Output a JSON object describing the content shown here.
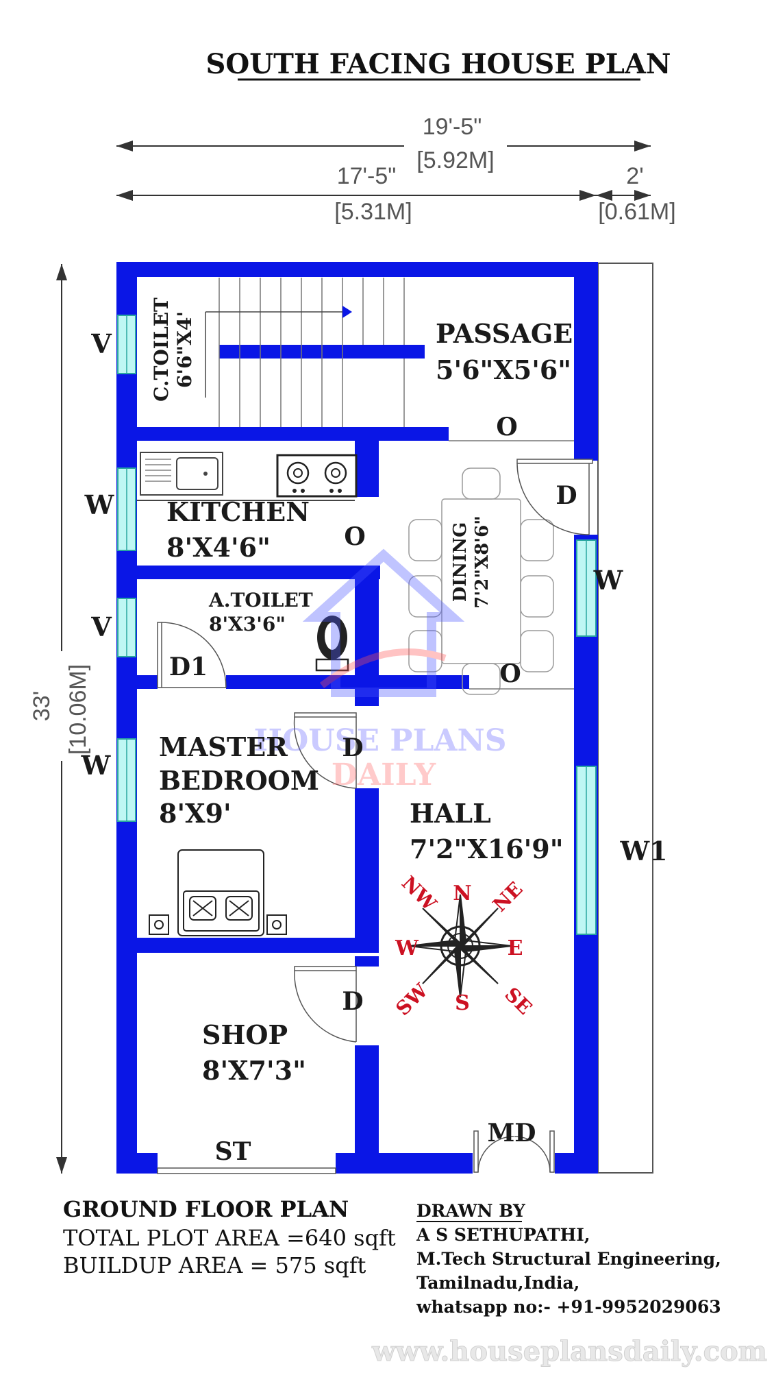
{
  "title": "SOUTH FACING HOUSE PLAN",
  "dimensions": {
    "total_width_ft": "19'-5\"",
    "total_width_m": "[5.92M]",
    "main_width_ft": "17'-5\"",
    "main_width_m": "[5.31M]",
    "side_width_ft": "2'",
    "side_width_m": "[0.61M]",
    "depth_ft": "33'",
    "depth_m": "[10.06M]"
  },
  "rooms": {
    "ctoilet": {
      "name": "C.TOILET",
      "size": "6'6\"X4'"
    },
    "passage": {
      "name": "PASSAGE",
      "size": "5'6\"X5'6\""
    },
    "kitchen": {
      "name": "KITCHEN",
      "size": "8'X4'6\""
    },
    "dining": {
      "name": "DINING",
      "size": "7'2\"X8'6\""
    },
    "atoilet": {
      "name": "A.TOILET",
      "size": "8'X3'6\""
    },
    "master": {
      "name_line1": "MASTER",
      "name_line2": "BEDROOM",
      "size": "8'X9'"
    },
    "hall": {
      "name": "HALL",
      "size": "7'2\"X16'9\""
    },
    "shop": {
      "name": "SHOP",
      "size": "8'X7'3\""
    }
  },
  "markers": {
    "v": "V",
    "w": "W",
    "w1": "W1",
    "o": "O",
    "d": "D",
    "d1": "D1",
    "st": "ST",
    "md": "MD"
  },
  "compass": {
    "n": "N",
    "s": "S",
    "e": "E",
    "w": "W",
    "ne": "NE",
    "nw": "NW",
    "se": "SE",
    "sw": "SW"
  },
  "footer": {
    "plan_name": "GROUND FLOOR PLAN",
    "plot_area": "TOTAL PLOT AREA =640 sqft",
    "buildup_area": "BUILDUP AREA = 575 sqft",
    "drawn_by": "DRAWN BY",
    "author": "A S SETHUPATHI,",
    "qualification": "M.Tech Structural Engineering,",
    "location": "Tamilnadu,India,",
    "whatsapp": "whatsapp no:- +91-9952029063",
    "website": "www.houseplansdaily.com"
  },
  "watermark": {
    "line1": "HOUSE PLANS",
    "line2": "DAILY"
  },
  "colors": {
    "wall": "#0a16e6",
    "window": "#bff7f4",
    "compass": "#cc1122",
    "text": "#1a1a1a"
  }
}
